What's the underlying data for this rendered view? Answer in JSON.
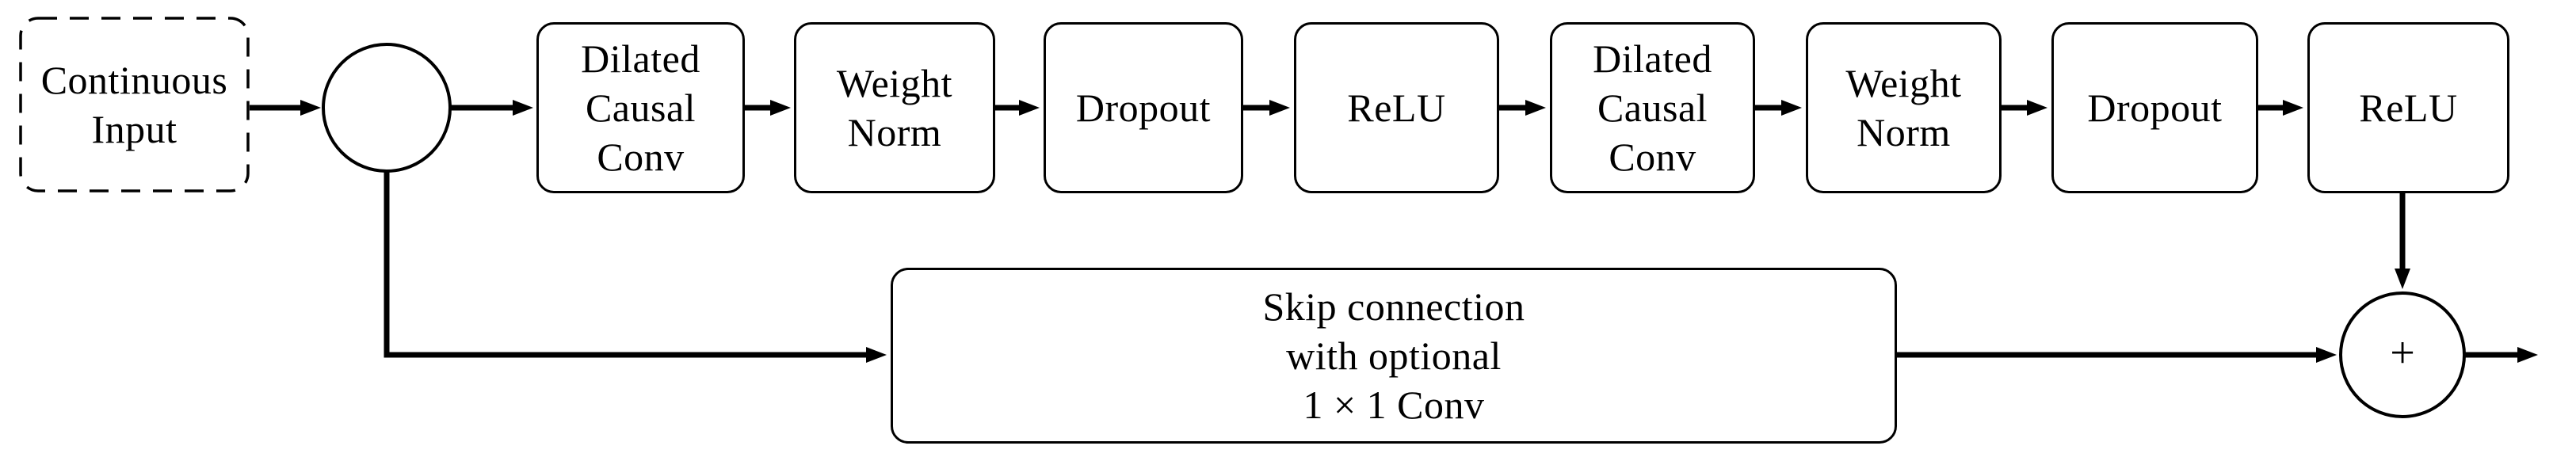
{
  "diagram": {
    "input": {
      "label": "Continuous\nInput"
    },
    "blocks": [
      {
        "label": "Dilated\nCausal\nConv"
      },
      {
        "label": "Weight\nNorm"
      },
      {
        "label": "Dropout"
      },
      {
        "label": "ReLU"
      },
      {
        "label": "Dilated\nCausal\nConv"
      },
      {
        "label": "Weight\nNorm"
      },
      {
        "label": "Dropout"
      },
      {
        "label": "ReLU"
      }
    ],
    "skip": {
      "label": "Skip connection\nwith optional\n1 × 1 Conv"
    },
    "merge_node": {
      "label": ""
    },
    "sum_node": {
      "label": "+"
    },
    "colors": {
      "stroke": "#000000",
      "background": "#ffffff"
    }
  }
}
